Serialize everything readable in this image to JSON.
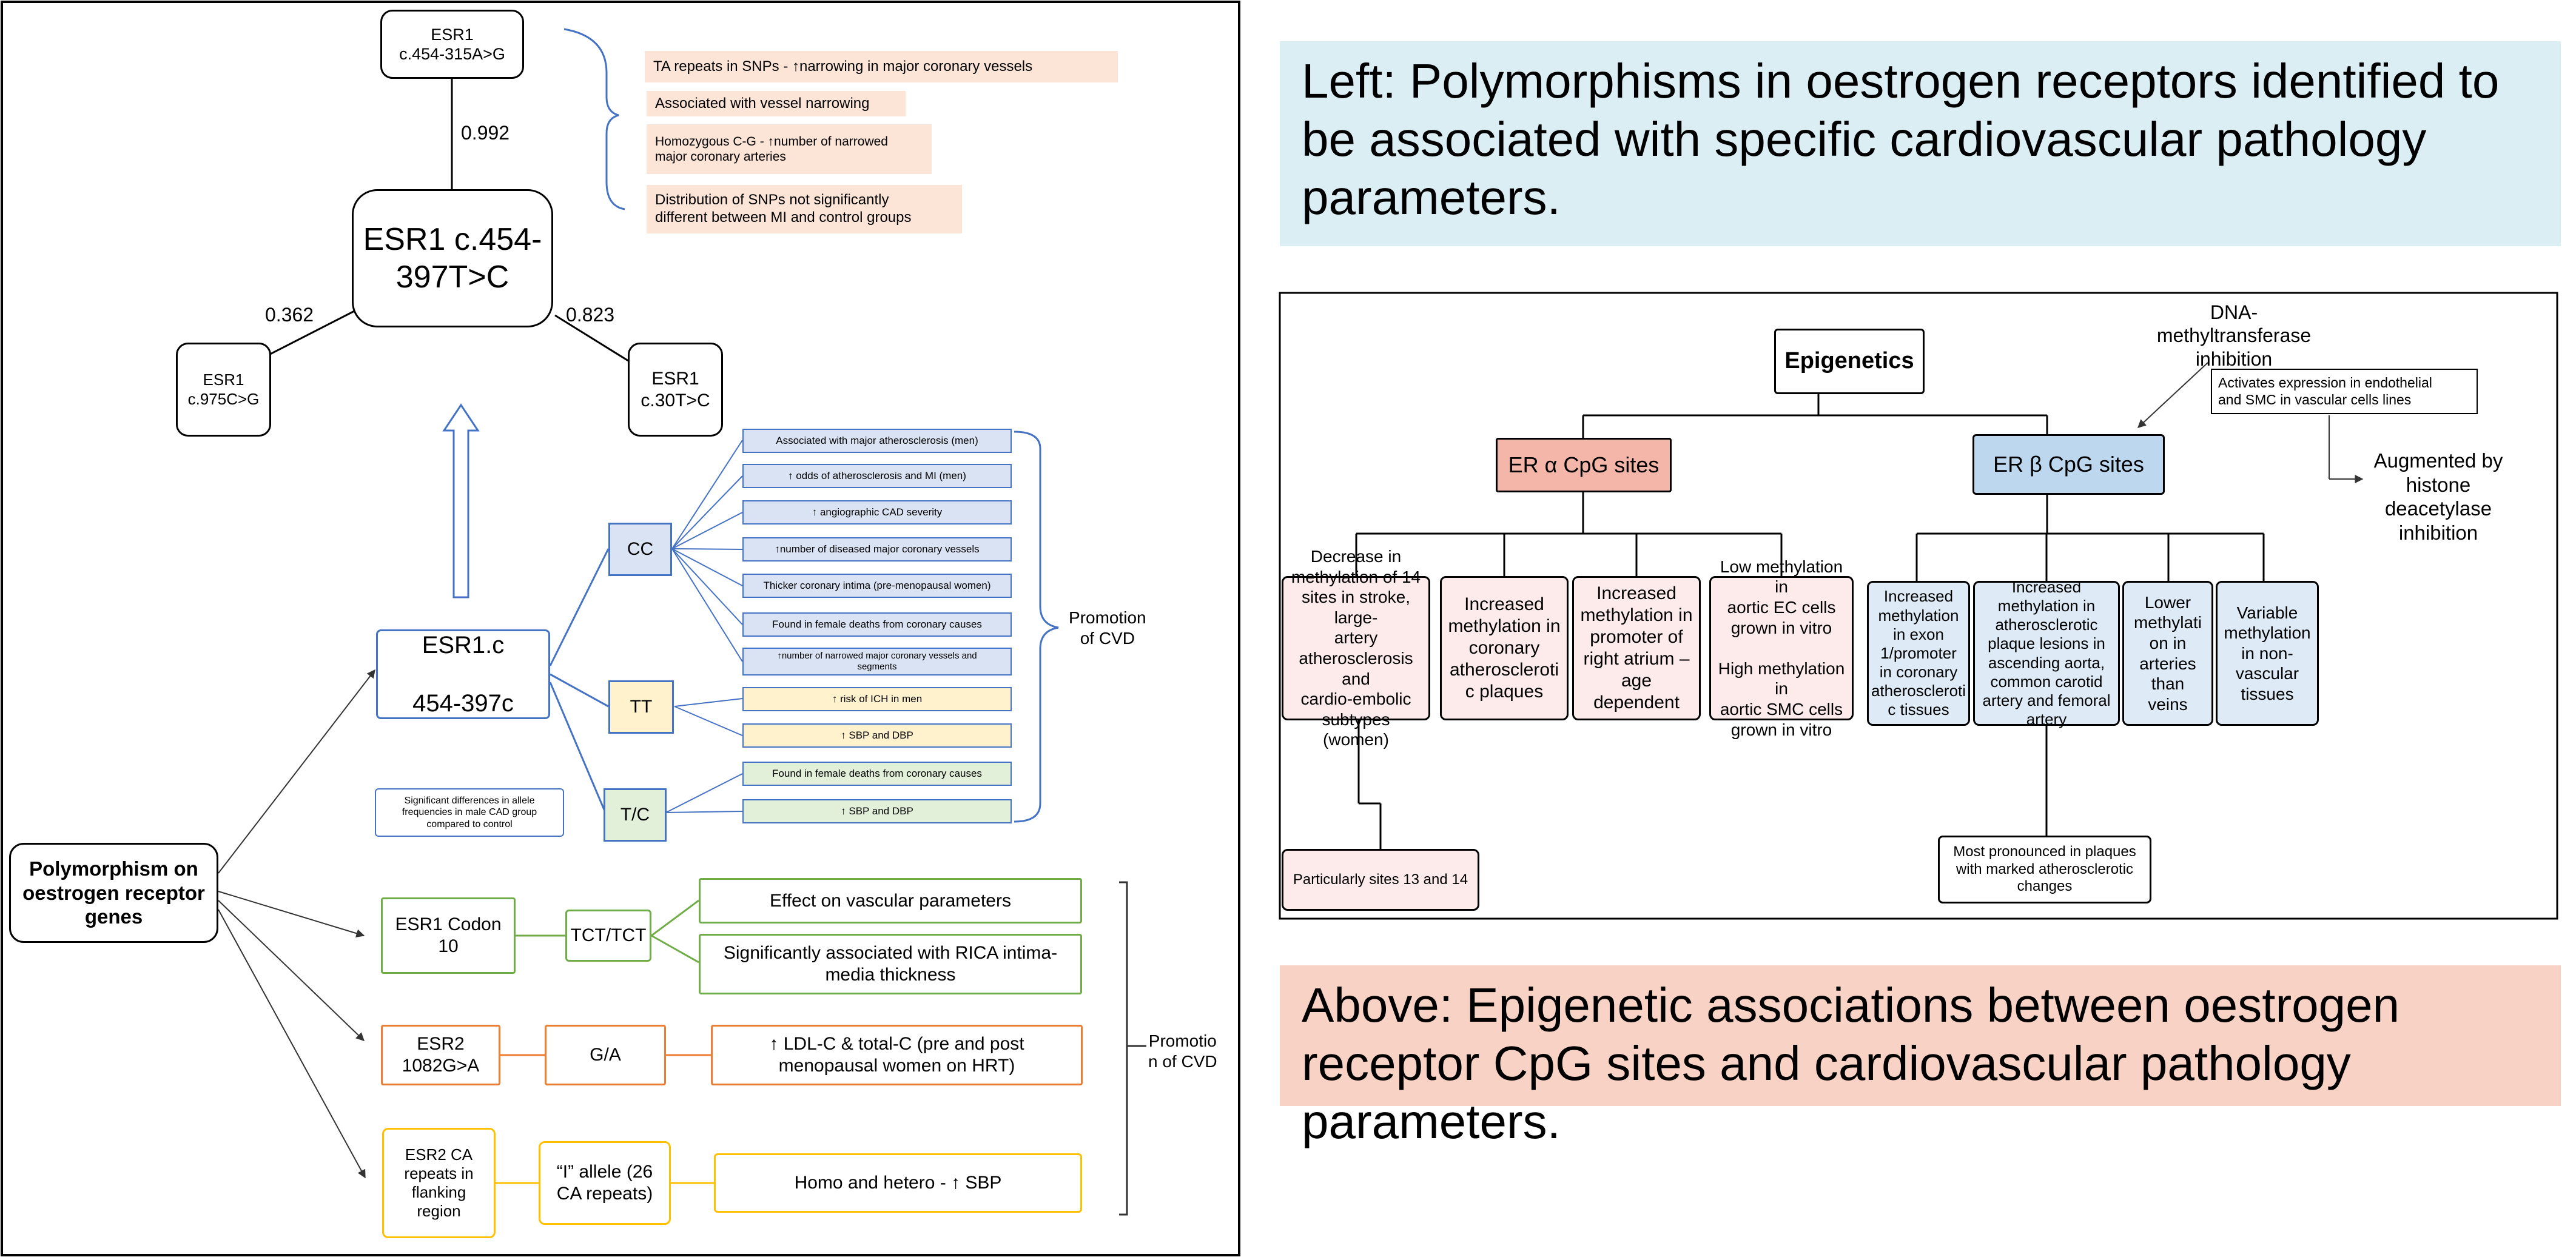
{
  "left_panel": {
    "esr1_top": "ESR1\nc.454-315A>G",
    "esr1_main": "ESR1 c.454-\n397T>C",
    "esr1_left": "ESR1\nc.975C>G",
    "esr1_right": "ESR1\nc.30T>C",
    "val_top": "0.992",
    "val_left": "0.362",
    "val_right": "0.823",
    "notes": [
      "TA repeats in SNPs - ↑narrowing in major coronary vessels",
      "Associated with vessel narrowing",
      "Homozygous C-G - ↑number of narrowed\nmajor coronary arteries",
      "Distribution of SNPs not significantly\ndifferent between MI and control groups"
    ],
    "root": "Polymorphism on\noestrogen receptor\ngenes",
    "esr1c": "ESR1.c\n\n454-397c",
    "allele_note": "Significant differences in allele\nfrequencies in male CAD group\ncompared to control",
    "cc": "CC",
    "tt": "TT",
    "tc": "T/C",
    "cc_findings": [
      "Associated with major atherosclerosis (men)",
      "↑ odds of atherosclerosis and MI (men)",
      "↑ angiographic CAD severity",
      "↑number of  diseased major coronary vessels",
      "Thicker coronary intima (pre-menopausal women)",
      "Found in female deaths from coronary causes",
      "↑number of narrowed major coronary vessels and\nsegments"
    ],
    "tt_findings": [
      "↑ risk of ICH in men",
      "↑ SBP and DBP"
    ],
    "tc_findings": [
      "Found in female deaths from coronary causes",
      "↑ SBP and DBP"
    ],
    "promotion_1": "Promotion\nof CVD",
    "codon10": "ESR1 Codon 10",
    "tct": "TCT/TCT",
    "codon_findings": [
      "Effect on vascular parameters",
      "Significantly associated with RICA intima-\nmedia thickness"
    ],
    "esr2_1082": "ESR2\n1082G>A",
    "ga": "G/A",
    "ldl": "↑  LDL-C & total-C (pre and post\nmenopausal women on HRT)",
    "esr2_ca": "ESR2 CA\nrepeats in\nflanking\nregion",
    "i_allele": "“I” allele (26\nCA repeats)",
    "homo": "Homo and hetero - ↑ SBP",
    "promotion_2": "Promotio\nn of CVD"
  },
  "epigenetics": {
    "title": "Epigenetics",
    "dna_inhibition": "DNA-\nmethyltransferase\ninhibition",
    "activates": "Activates expression in endothelial\nand SMC in vascular cells lines",
    "augmented": "Augmented by\nhistone\ndeacetylase\ninhibition",
    "er_alpha": "ER α CpG sites",
    "er_beta": "ER β CpG sites",
    "alpha_children": [
      "Decrease in\nmethylation of 14\nsites in stroke, large-\nartery\natherosclerosis and\ncardio-embolic\nsubtypes (women)",
      "Increased\nmethylation in\ncoronary\natheroscleroti\nc plaques",
      "Increased\nmethylation in\npromoter of\nright atrium –\nage dependent",
      "Low methylation in\naortic EC cells\ngrown in vitro\n\nHigh methylation in\naortic SMC cells\ngrown in vitro"
    ],
    "beta_children": [
      "Increased\nmethylation\nin exon\n1/promoter\nin coronary\natheroscleroti\nc tissues",
      "Increased\nmethylation in\natherosclerotic\nplaque lesions in\nascending aorta,\ncommon carotid\nartery and femoral\nartery",
      "Lower\nmethylati\non in\narteries\nthan\nveins",
      "Variable\nmethylation\nin non-\nvascular\ntissues"
    ],
    "sites_note": "Particularly sites 13 and 14",
    "plaques_note": "Most pronounced in plaques\nwith marked atherosclerotic\nchanges"
  },
  "captions": {
    "left": "Left: Polymorphisms in oestrogen receptors identified to\nbe associated with specific cardiovascular pathology\nparameters.",
    "above": "Above: Epigenetic associations between oestrogen\nreceptor CpG sites and cardiovascular pathology\nparameters."
  },
  "colors": {
    "caption_left_bg": "#daeef3",
    "caption_above_bg": "#f8d3c5",
    "alpha_bg": "#f4b6a8",
    "beta_bg": "#bdd7ee"
  }
}
